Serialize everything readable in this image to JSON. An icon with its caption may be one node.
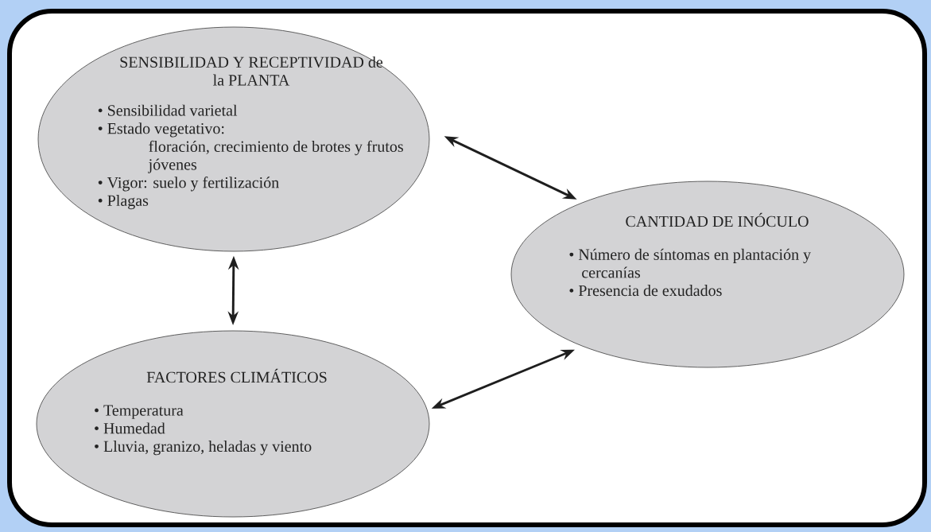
{
  "diagram": {
    "nodes": [
      {
        "text": [
          "SENSIBILIDAD Y RECEPTIVIDAD de la PLANTA",
          "• Sensibilidad varietal",
          "• Estado vegetativo:",
          "floración, crecimiento de brotes y frutos jóvenes",
          "• Vigor: suelo y fertilización",
          "• Plagas"
        ]
      },
      {
        "text": [
          "CANTIDAD DE INÓCULO",
          "• Número de síntomas en plantación y cercanías",
          "• Presencia de exudados"
        ]
      },
      {
        "text": [
          "FACTORES CLIMÁTICOS",
          "• Temperatura",
          "• Humedad",
          "• Lluvia, granizo, heladas y viento"
        ]
      }
    ],
    "edges": [
      {
        "from": 0,
        "to": 1,
        "arrow": "both"
      },
      {
        "from": 0,
        "to": 2,
        "arrow": "both"
      },
      {
        "from": 2,
        "to": 1,
        "arrow": "both"
      }
    ]
  }
}
